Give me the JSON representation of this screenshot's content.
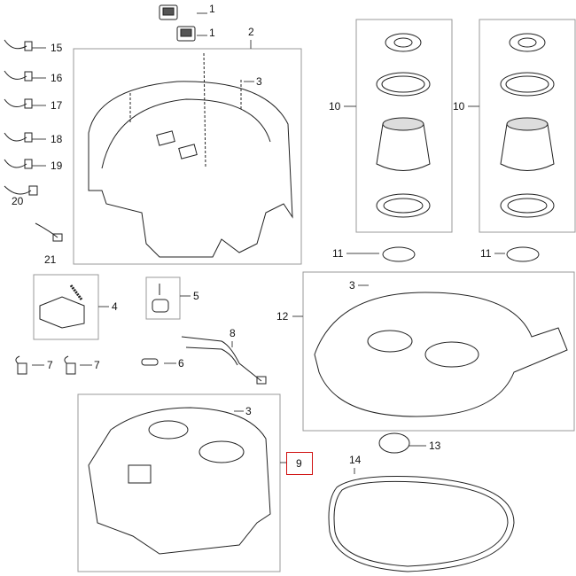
{
  "diagram": {
    "callouts": [
      {
        "id": "c1a",
        "text": "1"
      },
      {
        "id": "c1b",
        "text": "1"
      },
      {
        "id": "c2",
        "text": "2"
      },
      {
        "id": "c3a",
        "text": "3"
      },
      {
        "id": "c15",
        "text": "15"
      },
      {
        "id": "c16",
        "text": "16"
      },
      {
        "id": "c17",
        "text": "17"
      },
      {
        "id": "c18",
        "text": "18"
      },
      {
        "id": "c19",
        "text": "19"
      },
      {
        "id": "c20",
        "text": "20"
      },
      {
        "id": "c21",
        "text": "21"
      },
      {
        "id": "c4",
        "text": "4"
      },
      {
        "id": "c5",
        "text": "5"
      },
      {
        "id": "c6",
        "text": "6"
      },
      {
        "id": "c7a",
        "text": "7"
      },
      {
        "id": "c7b",
        "text": "7"
      },
      {
        "id": "c8",
        "text": "8"
      },
      {
        "id": "c9",
        "text": "9"
      },
      {
        "id": "c10a",
        "text": "10"
      },
      {
        "id": "c10b",
        "text": "10"
      },
      {
        "id": "c11a",
        "text": "11"
      },
      {
        "id": "c11b",
        "text": "11"
      },
      {
        "id": "c12",
        "text": "12"
      },
      {
        "id": "c3b",
        "text": "3"
      },
      {
        "id": "c13",
        "text": "13"
      },
      {
        "id": "c14",
        "text": "14"
      },
      {
        "id": "c3c",
        "text": "3"
      }
    ],
    "highlight_color": "#d01010"
  }
}
